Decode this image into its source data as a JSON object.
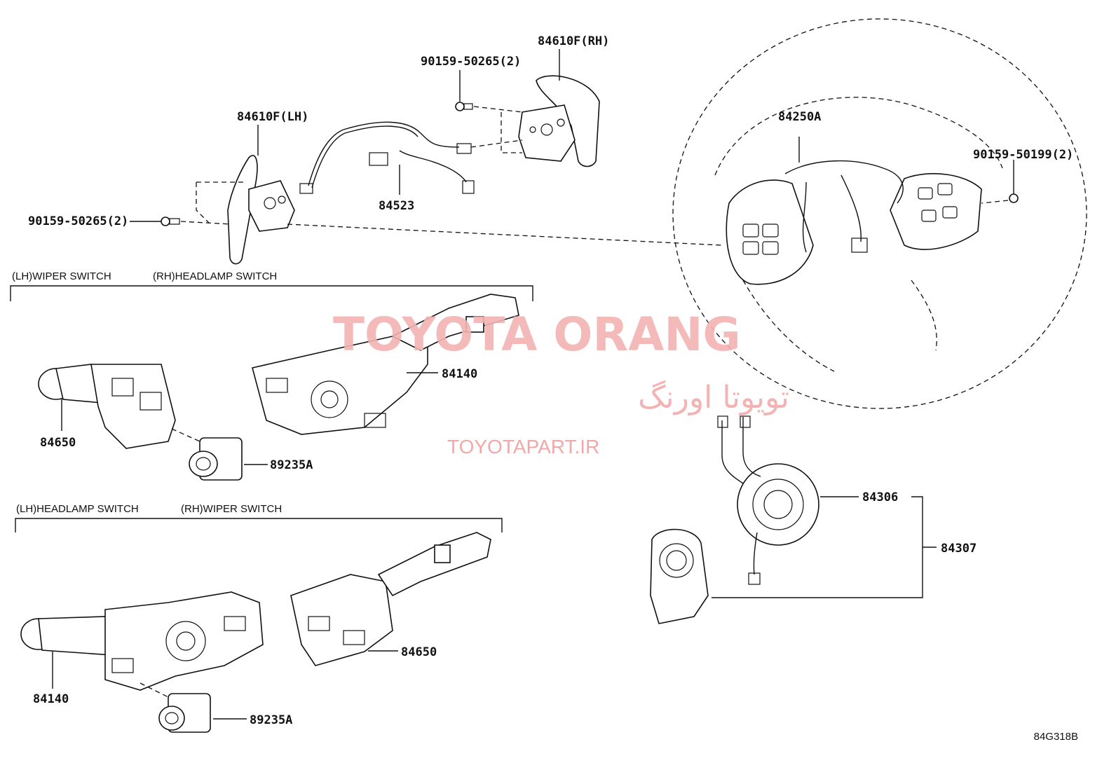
{
  "labels": {
    "p84610f_rh": "84610F(RH)",
    "p90159_50265_top": "90159-50265(2)",
    "p84610f_lh": "84610F(LH)",
    "p90159_50265_left": "90159-50265(2)",
    "p84523": "84523",
    "p84250a": "84250A",
    "p90159_50199": "90159-50199(2)",
    "p84140_top": "84140",
    "p84650_top": "84650",
    "p89235a_top": "89235A",
    "p84306": "84306",
    "p84307": "84307",
    "p84650_bottom": "84650",
    "p84140_bottom": "84140",
    "p89235a_bottom": "89235A"
  },
  "sections": {
    "top_lh": "(LH)WIPER SWITCH",
    "top_rh": "(RH)HEADLAMP SWITCH",
    "bottom_lh": "(LH)HEADLAMP SWITCH",
    "bottom_rh": "(RH)WIPER SWITCH"
  },
  "watermark": {
    "brand": "TOYOTA ORANG",
    "persian": "تویوتا اورنگ",
    "url": "TOYOTAPART.IR",
    "color": "#f3b3b3"
  },
  "diagram_code": "84G318B"
}
